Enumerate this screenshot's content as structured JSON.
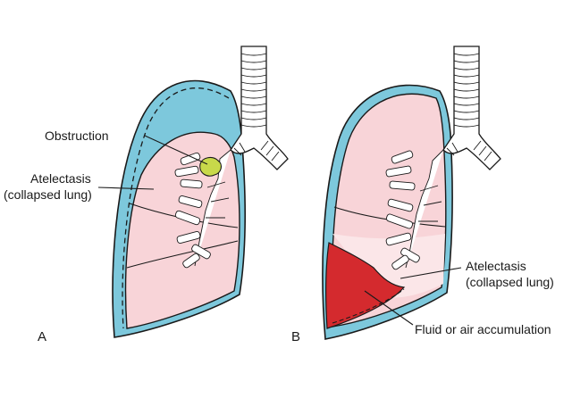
{
  "panels": [
    {
      "letter": "A",
      "labels": {
        "obstruction": "Obstruction",
        "atelectasis_1": "Atelectasis",
        "atelectasis_2": "(collapsed lung)"
      }
    },
    {
      "letter": "B",
      "labels": {
        "atelectasis_1": "Atelectasis",
        "atelectasis_2": "(collapsed lung)",
        "fluid": "Fluid or air accumulation"
      }
    }
  ],
  "colors": {
    "pleural_space": "#7dc8dc",
    "lung_tissue": "#f8d4d8",
    "lung_light": "#fbe6e8",
    "obstruction": "#c8d94a",
    "fluid": "#d42a2e",
    "outline": "#1a1a1a",
    "trachea": "#ffffff"
  }
}
